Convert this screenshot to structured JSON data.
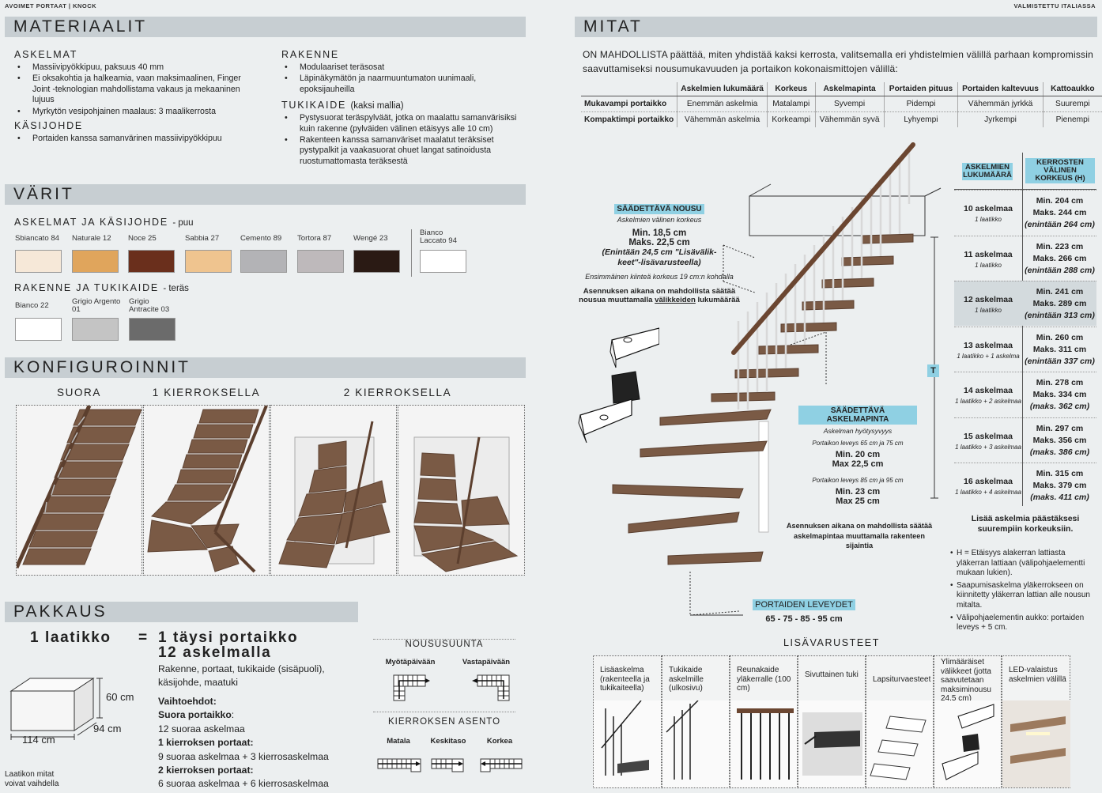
{
  "header": {
    "left_tag": "AVOIMET PORTAAT | KNOCK",
    "right_tag": "VALMISTETTU ITALIASSA"
  },
  "materiaalit": {
    "title": "MATERIAALIT",
    "askelmat_title": "ASKELMAT",
    "askelmat_items": [
      "Massiivipyökkipuu, paksuus 40 mm",
      "Ei oksakohtia ja halkeamia, vaan maksimaalinen, Finger Joint -teknologian mahdollistama vakaus ja mekaaninen lujuus",
      "Myrkytön vesipohjainen maalaus: 3 maalikerrosta"
    ],
    "kasijohde_title": "KÄSIJOHDE",
    "kasijohde_items": [
      "Portaiden kanssa samanvärinen massiivipyökkipuu"
    ],
    "rakenne_title": "RAKENNE",
    "rakenne_items": [
      "Modulaariset teräsosat",
      "Läpinäkymätön ja naarmuuntumaton uunimaali, epoksijauheilla"
    ],
    "tukikaide_title": "TUKIKAIDE",
    "tukikaide_note": "(kaksi mallia)",
    "tukikaide_items": [
      "Pystysuorat teräspylväät, jotka on maalattu samanvärisiksi kuin rakenne (pylväiden välinen etäisyys alle 10 cm)",
      "Rakenteen kanssa samanväriset maalatut teräksiset pystypalkit ja vaakasuorat ohuet langat satinoidusta ruostumattomasta teräksestä"
    ]
  },
  "varit": {
    "title": "VÄRIT",
    "wood_title": "ASKELMAT JA KÄSIJOHDE",
    "wood_sub": "- puu",
    "wood": [
      {
        "name": "Sbiancato 84",
        "color": "#f6e8d8"
      },
      {
        "name": "Naturale 12",
        "color": "#e0a55c"
      },
      {
        "name": "Noce 25",
        "color": "#6a2f1c"
      },
      {
        "name": "Sabbia 27",
        "color": "#efc48f"
      },
      {
        "name": "Cemento 89",
        "color": "#b3b3b6"
      },
      {
        "name": "Tortora 87",
        "color": "#beb9bb"
      },
      {
        "name": "Wengé 23",
        "color": "#2a1a14"
      },
      {
        "name": "Bianco Laccato 94",
        "color": "#ffffff"
      }
    ],
    "steel_title": "RAKENNE JA TUKIKAIDE",
    "steel_sub": "- teräs",
    "steel": [
      {
        "name": "Bianco 22",
        "color": "#ffffff"
      },
      {
        "name": "Grigio Argento 01",
        "color": "#c4c4c4"
      },
      {
        "name": "Grigio Antracite 03",
        "color": "#6b6b6b"
      }
    ]
  },
  "konfiguroinnit": {
    "title": "KONFIGUROINNIT",
    "labels": [
      "SUORA",
      "1 KIERROKSELLA",
      "2 KIERROKSELLA"
    ]
  },
  "pakkaus": {
    "title": "PAKKAUS",
    "lhs": "1 laatikko",
    "eq": "=",
    "rhs1": "1 täysi portaikko",
    "rhs2": "12 askelmalla",
    "contents": "Rakenne, portaat, tukikaide (sisäpuoli), käsijohde, maatuki",
    "options_title": "Vaihtoehdot:",
    "options": [
      {
        "title": "Suora portaikko",
        "suffix": ":",
        "text": "12 suoraa askelmaa"
      },
      {
        "title": "1 kierroksen portaat:",
        "suffix": "",
        "text": "9 suoraa askelmaa + 3 kierrosaskelmaa"
      },
      {
        "title": "2 kierroksen portaat:",
        "suffix": "",
        "text": "6 suoraa askelmaa + 6 kierrosaskelmaa"
      }
    ],
    "box_h": "60 cm",
    "box_d": "94 cm",
    "box_w": "114 cm",
    "box_note": "Laatikon mitat voivat vaihdella",
    "nousu_title": "NOUSUSUUNTA",
    "nousu": [
      "Myötäpäivään",
      "Vastapäivään"
    ],
    "kierros_title": "KIERROKSEN ASENTO",
    "kierros": [
      "Matala",
      "Keskitaso",
      "Korkea"
    ]
  },
  "mitat": {
    "title": "MITAT",
    "intro": "ON MAHDOLLISTA päättää, miten yhdistää kaksi kerrosta, valitsemalla eri yhdistelmien välillä parhaan kompromissin saavuttamiseksi nousumukavuuden ja portaikon kokonaismittojen välillä:",
    "table": {
      "headers": [
        "",
        "Askelmien lukumäärä",
        "Korkeus",
        "Askelmapinta",
        "Portaiden pituus",
        "Portaiden kaltevuus",
        "Kattoaukko"
      ],
      "rows": [
        [
          "Mukavampi portaikko",
          "Enemmän askelmia",
          "Matalampi",
          "Syvempi",
          "Pidempi",
          "Vähemmän jyrkkä",
          "Suurempi"
        ],
        [
          "Kompaktimpi portaikko",
          "Vähemmän askelmia",
          "Korkeampi",
          "Vähemmän syvä",
          "Lyhyempi",
          "Jyrkempi",
          "Pienempi"
        ]
      ]
    },
    "nousu": {
      "tag": "SÄÄDETTÄVÄ NOUSU",
      "sub": "Askelmien välinen korkeus",
      "min": "Min. 18,5 cm",
      "max": "Maks. 22,5 cm",
      "extra": "(Enintään 24,5 cm \"Lisävälik-keet\"-lisävarusteella)",
      "first": "Ensimmäinen kiinteä korkeus 19 cm:n kohdalla",
      "note1": "Asennuksen aikana on mahdollista säätää",
      "note2a": "nousua muuttamalla ",
      "note2b": "välikkeiden",
      "note2c": " lukumäärää"
    },
    "askelmapinta": {
      "tag": "SÄÄDETTÄVÄ ASKELMAPINTA",
      "sub": "Askelman hyötysyvyys",
      "w1": "Portaikon leveys 65 cm ja 75 cm",
      "min1": "Min. 20 cm",
      "max1": "Max 22,5 cm",
      "w2": "Portaikon leveys 85 cm ja 95 cm",
      "min2": "Min. 23 cm",
      "max2": "Max 25 cm",
      "note": "Asennuksen aikana on mahdollista säätää askelmapintaa muuttamalla rakenteen sijaintia"
    },
    "leveydet": {
      "tag": "PORTAIDEN LEVEYDET",
      "value": "65 - 75 - 85 - 95 cm"
    },
    "t_label": "T",
    "heights": {
      "h1": "ASKELMIEN LUKUMÄÄRÄ",
      "h2": "KERROSTEN VÄLINEN KORKEUS (H)",
      "rows": [
        {
          "steps": "10 askelmaa",
          "box": "1 laatikko",
          "min": "Min. 204 cm",
          "max": "Maks. 244 cm",
          "ext": "(enintään 264 cm)"
        },
        {
          "steps": "11 askelmaa",
          "box": "1 laatikko",
          "min": "Min. 223 cm",
          "max": "Maks. 266 cm",
          "ext": "(enintään 288 cm)"
        },
        {
          "steps": "12 askelmaa",
          "box": "1 laatikko",
          "min": "Min. 241 cm",
          "max": "Maks. 289 cm",
          "ext": "(enintään 313 cm)"
        },
        {
          "steps": "13 askelmaa",
          "box": "1 laatikko + 1 askelma",
          "min": "Min. 260 cm",
          "max": "Maks. 311 cm",
          "ext": "(enintään 337 cm)"
        },
        {
          "steps": "14 askelmaa",
          "box": "1 laatikko + 2 askelmaa",
          "min": "Min. 278 cm",
          "max": "Maks. 334 cm",
          "ext": "(maks. 362 cm)"
        },
        {
          "steps": "15 askelmaa",
          "box": "1 laatikko + 3 askelmaa",
          "min": "Min. 297 cm",
          "max": "Maks. 356 cm",
          "ext": "(maks. 386 cm)"
        },
        {
          "steps": "16 askelmaa",
          "box": "1 laatikko + 4 askelmaa",
          "min": "Min. 315 cm",
          "max": "Maks. 379 cm",
          "ext": "(maks. 411 cm)"
        }
      ],
      "more": "Lisää askelmia päästäksesi suurempiin korkeuksiin."
    },
    "notes": [
      "H = Etäisyys alakerran lattiasta yläkerran lattiaan (välipohjaelementti mukaan lukien).",
      "Saapumisaskelma yläkerrokseen on kiinnitetty yläkerran lattian alle nousun mitalta.",
      "Välipohjaelementin aukko: portaiden leveys + 5 cm."
    ]
  },
  "lisavarusteet": {
    "title": "LISÄVARUSTEET",
    "items": [
      "Lisäaskelma (rakenteella ja tukikaiteella)",
      "Tukikaide askelmille (ulkosivu)",
      "Reunakaide yläkerralle (100 cm)",
      "Sivuttainen tuki",
      "Lapsiturvaesteet",
      "Ylimääräiset välikkeet (jotta saavutetaan maksiminousu 24,5 cm)",
      "LED-valaistus askelmien välillä"
    ]
  }
}
